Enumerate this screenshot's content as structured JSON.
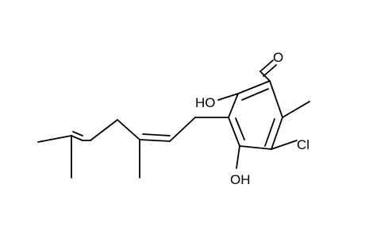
{
  "figure": {
    "description_free": true,
    "atoms": {
      "aldehyde_oxygen": "O",
      "hydroxyl_upper": "HO",
      "hydroxyl_lower": "OH",
      "chlorine": "Cl"
    },
    "colors": {
      "bond": "#000000",
      "text": "#000000",
      "background": "#ffffff"
    }
  }
}
